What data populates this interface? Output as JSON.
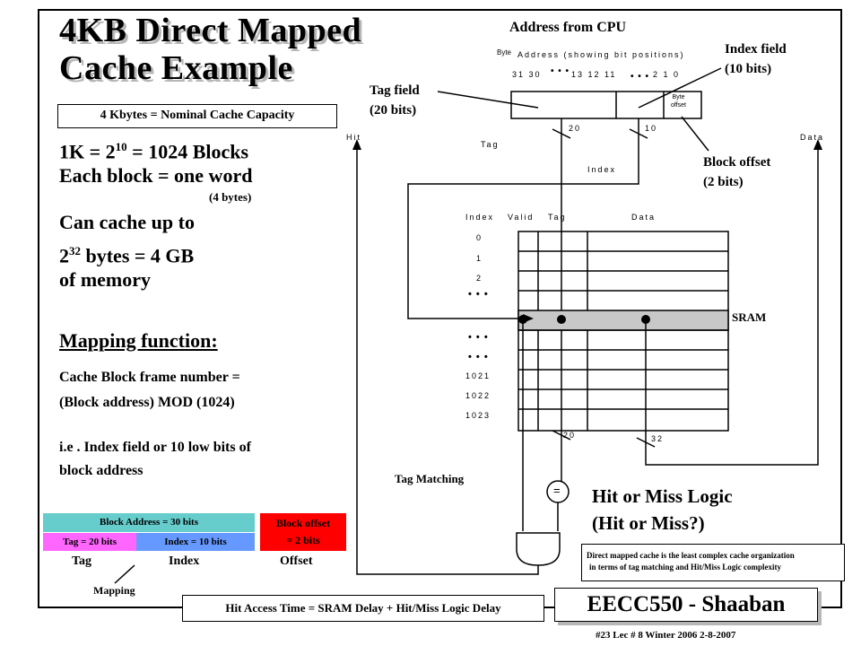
{
  "title": {
    "line1": "4KB Direct Mapped",
    "line2": "Cache  Example"
  },
  "capacity_box": "4 Kbytes = Nominal Cache Capacity",
  "blocks": {
    "line1_base": "1K = 2",
    "line1_exp": "10",
    "line1_rest": " = 1024 Blocks",
    "line2": "Each block = one word",
    "line3": "(4 bytes)"
  },
  "memory": {
    "line1": "Can cache up to",
    "line2_base": "2",
    "line2_exp": "32",
    "line2_rest": " bytes =  4 GB",
    "line3": "of memory"
  },
  "mapping": {
    "heading": "Mapping function:",
    "line1": "Cache Block frame number =",
    "line2": "(Block address) MOD (1024)",
    "line3": "i.e . Index field or 10 low bits of",
    "line4": "block address"
  },
  "address_bar": {
    "block_address": "Block Address   = 30 bits",
    "tag": "Tag  = 20 bits",
    "index": "Index   = 10 bits",
    "block_offset_1": "Block offset",
    "block_offset_2": "=  2 bits",
    "under_tag": "Tag",
    "under_index": "Index",
    "under_offset": "Offset",
    "mapping": "Mapping"
  },
  "cpu": {
    "heading": "Address from CPU",
    "byte_small": "Byte",
    "address_caption": "Address (showing bit positions)",
    "bits_left": "31  30",
    "bits_mid": "13  12  11",
    "bits_right": "2   1   0",
    "dots1": "• • •",
    "dots2": "• • •",
    "byte_offset_1": "Byte",
    "byte_offset_2": "offset",
    "num20": "20",
    "num10": "10"
  },
  "labels": {
    "tag_field_1": "Tag field",
    "tag_field_2": "(20 bits)",
    "index_field_1": "Index field",
    "index_field_2": "(10 bits)",
    "block_offset_1": "Block offset",
    "block_offset_2": "(2 bits)",
    "hit": "Hit",
    "data": "Data",
    "tag": "Tag",
    "index": "Index",
    "sram": "SRAM",
    "tag_matching": "Tag Matching",
    "equals": "=",
    "num20": "20",
    "num32": "32",
    "hit_miss_1": "Hit or Miss Logic",
    "hit_miss_2": "(Hit or Miss?)"
  },
  "table": {
    "headers": [
      "Index",
      "Valid",
      "Tag",
      "Data"
    ],
    "rows_top": [
      "0",
      "1",
      "2"
    ],
    "rows_bottom": [
      "1021",
      "1022",
      "1023"
    ],
    "dots": "• • •"
  },
  "note": {
    "line1": "Direct mapped cache is the least complex cache organization",
    "line2": "in terms of tag matching and Hit/Miss Logic complexity"
  },
  "footer": {
    "access_time": "Hit Access Time = SRAM Delay + Hit/Miss  Logic Delay",
    "badge": "EECC550 - Shaaban",
    "slide_info": "#23   Lec # 8   Winter 2006   2-8-2007"
  },
  "colors": {
    "block_address": "#66cccc",
    "tag": "#ff66ff",
    "index": "#6699ff",
    "block_offset": "#ff0000",
    "highlight_row": "#c8c8c8"
  }
}
